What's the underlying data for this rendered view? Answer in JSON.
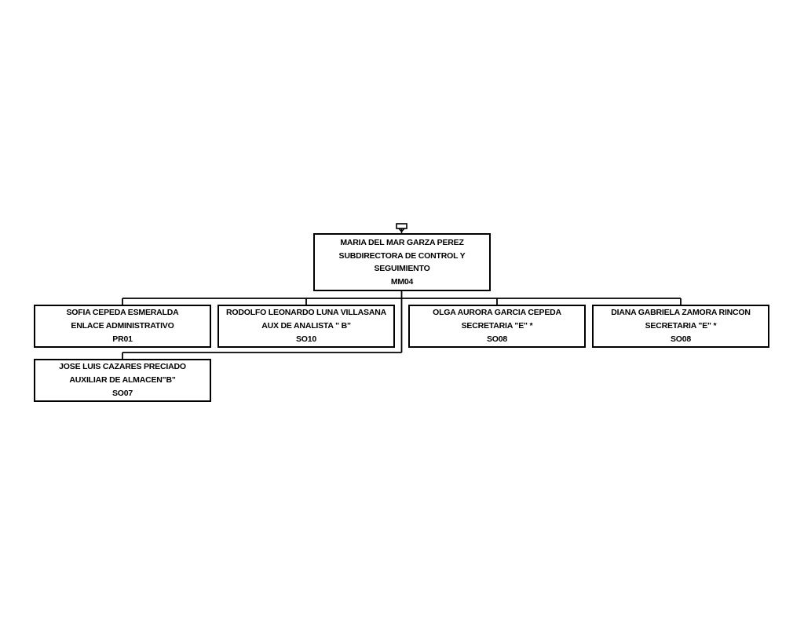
{
  "root": {
    "name": "MARIA DEL MAR GARZA PEREZ",
    "title": "SUBDIRECTORA DE CONTROL Y SEGUIMIENTO",
    "code": "MM04"
  },
  "children": [
    {
      "name": "SOFIA CEPEDA ESMERALDA",
      "title": "ENLACE ADMINISTRATIVO",
      "code": "PR01"
    },
    {
      "name": "RODOLFO LEONARDO LUNA VILLASANA",
      "title": "AUX DE ANALISTA \" B\"",
      "code": "SO10"
    },
    {
      "name": "OLGA AURORA GARCIA CEPEDA",
      "title": "SECRETARIA \"E\" *",
      "code": "SO08"
    },
    {
      "name": "DIANA GABRIELA ZAMORA RINCON",
      "title": "SECRETARIA \"E\" *",
      "code": "SO08"
    },
    {
      "name": "JOSE LUIS CAZARES PRECIADO",
      "title": "AUXILIAR DE ALMACEN\"B\"",
      "code": "SO07"
    }
  ]
}
